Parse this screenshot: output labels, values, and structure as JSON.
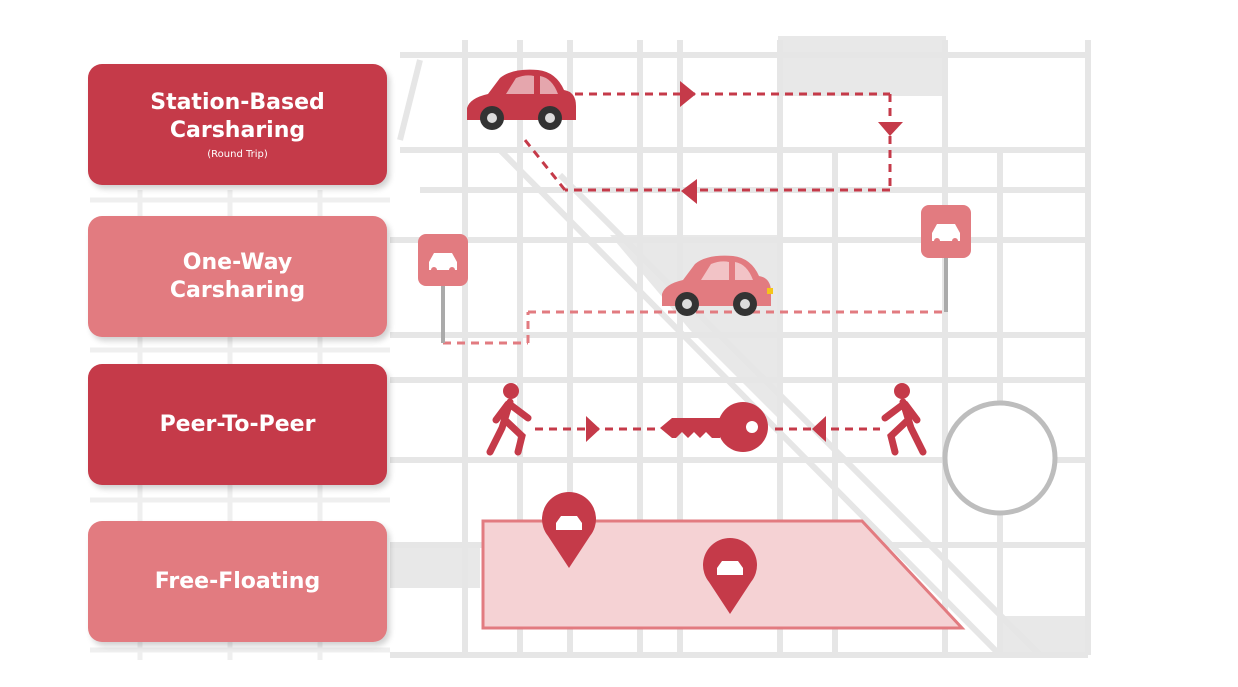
{
  "boxes": [
    {
      "title": "Station-Based\nCarsharing",
      "subtitle": "(Round Trip)"
    },
    {
      "title": "One-Way\nCarsharing"
    },
    {
      "title": "Peer-To-Peer"
    },
    {
      "title": "Free-Floating"
    }
  ],
  "colors": {
    "dark_red": "#c53a49",
    "light_red": "#e27b80",
    "zone_fill": "#f5d2d4",
    "road": "#e6e6e6",
    "block": "#e8e8e8"
  },
  "icons": [
    "car-icon",
    "car-sign-icon",
    "walking-person-icon",
    "key-icon",
    "map-pin-icon",
    "roundabout-icon"
  ]
}
